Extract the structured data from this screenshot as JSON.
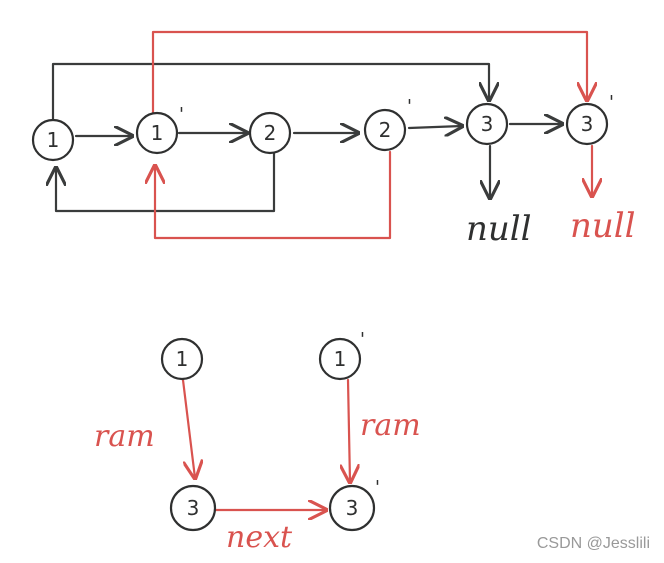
{
  "diagram": {
    "top": {
      "nodes": [
        {
          "id": "n1",
          "label": "1",
          "prime": ""
        },
        {
          "id": "n1p",
          "label": "1",
          "prime": "'"
        },
        {
          "id": "n2",
          "label": "2",
          "prime": ""
        },
        {
          "id": "n2p",
          "label": "2",
          "prime": "'"
        },
        {
          "id": "n3",
          "label": "3",
          "prime": ""
        },
        {
          "id": "n3p",
          "label": "3",
          "prime": "'"
        }
      ],
      "null_black": "null",
      "null_red": "null"
    },
    "bottom": {
      "nodes": [
        {
          "id": "b1",
          "label": "1",
          "prime": ""
        },
        {
          "id": "b1p",
          "label": "1",
          "prime": "'"
        },
        {
          "id": "b3",
          "label": "3",
          "prime": ""
        },
        {
          "id": "b3p",
          "label": "3",
          "prime": "'"
        }
      ],
      "label_random_left": "ram",
      "label_random_right": "ram",
      "label_next": "next"
    }
  },
  "watermark": "CSDN @Jesslili",
  "colors": {
    "dark": "#2f3030",
    "red": "#d9534f"
  }
}
